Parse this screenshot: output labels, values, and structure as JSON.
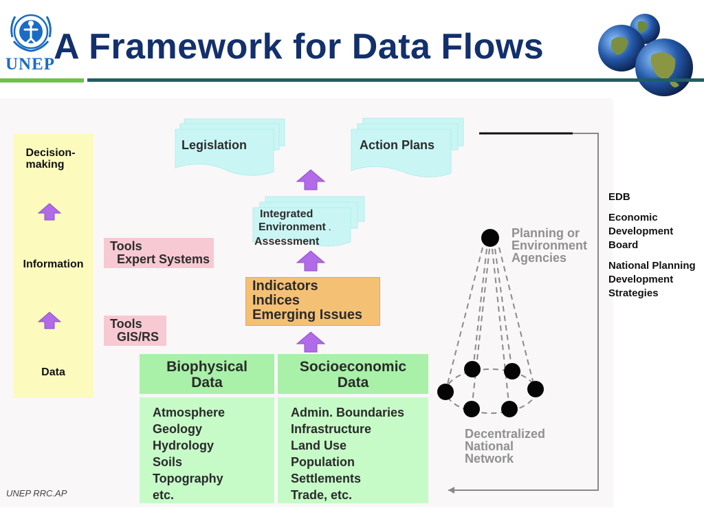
{
  "header": {
    "title": "A Framework for Data Flows",
    "logo_text": "UNEP"
  },
  "left_column": {
    "labels": [
      "Decision-making",
      "Information",
      "Data"
    ]
  },
  "tools": [
    {
      "line1": "Tools",
      "line2": "Expert Systems"
    },
    {
      "line1": "Tools",
      "line2": "GIS/RS"
    }
  ],
  "documents": {
    "legislation": "Legislation",
    "action_plans": "Action Plans",
    "iea_lines": [
      "Integrated",
      "Environment",
      "Assessment"
    ],
    "iea_mark": "."
  },
  "indicators": {
    "lines": [
      "Indicators",
      "Indices",
      "Emerging Issues"
    ]
  },
  "data_tables": {
    "biophysical": {
      "header_lines": [
        "Biophysical",
        "Data"
      ],
      "items": [
        "Atmosphere",
        "Geology",
        "Hydrology",
        "Soils",
        "Topography",
        "etc."
      ]
    },
    "socioeconomic": {
      "header_lines": [
        "Socioeconomic",
        "Data"
      ],
      "items": [
        "Admin. Boundaries",
        "Infrastructure",
        "Land Use",
        "Population",
        "Settlements",
        "Trade, etc."
      ]
    }
  },
  "network": {
    "top_lines": [
      "Planning or",
      "Environment",
      "Agencies"
    ],
    "bottom_lines": [
      "Decentralized",
      "National",
      "Network"
    ]
  },
  "legend": {
    "items": [
      "EDB",
      "Economic Development Board",
      "National Planning Development Strategies"
    ]
  },
  "footer": "UNEP RRC.AP",
  "colors": {
    "title": "#13306c",
    "arrow": "#b16ae8",
    "yellow": "#fcfbbd",
    "pink": "#f7c9d2",
    "cyan": "#c9f6f4",
    "orange": "#f4c074",
    "green_header": "#a9f0a9",
    "green_body": "#c6fbc8"
  }
}
